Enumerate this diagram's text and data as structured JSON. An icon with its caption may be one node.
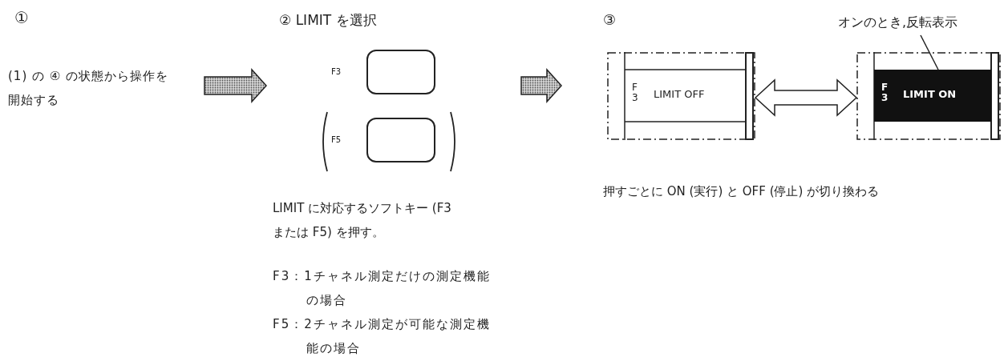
{
  "diagram": {
    "nodes": [
      {
        "text": [
          "①",
          "(1) の ④ の状態から操作を開始する"
        ]
      },
      {
        "text": [
          "② LIMIT を選択",
          "LIMIT に対応するソフトキー (F3 または F5) を押す。",
          "F3：1チャネル測定だけの測定機能の場合",
          "F5：2チャネル測定が可能な測定機能の場合"
        ]
      },
      {
        "text": [],
        "shape": "box",
        "beside": [
          "F3"
        ],
        "in": 1
      },
      {
        "text": [],
        "shape": "box",
        "beside": [
          "F5"
        ],
        "in": 1
      },
      {
        "text": [
          "③",
          "押すごとに ON (実行) と OFF (停止) が切り換わる"
        ]
      },
      {
        "text": [
          "F 3",
          "LIMIT OFF"
        ],
        "in": 4
      },
      {
        "text": [
          "F 3",
          "LIMIT ON"
        ],
        "in": 4
      },
      {
        "text": [
          "オンのとき,反転表示"
        ],
        "in": 4
      }
    ],
    "edges": [
      {
        "from": 0,
        "to": 1,
        "arrow": "to"
      },
      {
        "from": 1,
        "to": 4,
        "arrow": "to"
      },
      {
        "from": 5,
        "to": 6,
        "arrow": "both"
      },
      {
        "from": 7,
        "to": 6,
        "arrow": "none"
      }
    ]
  }
}
